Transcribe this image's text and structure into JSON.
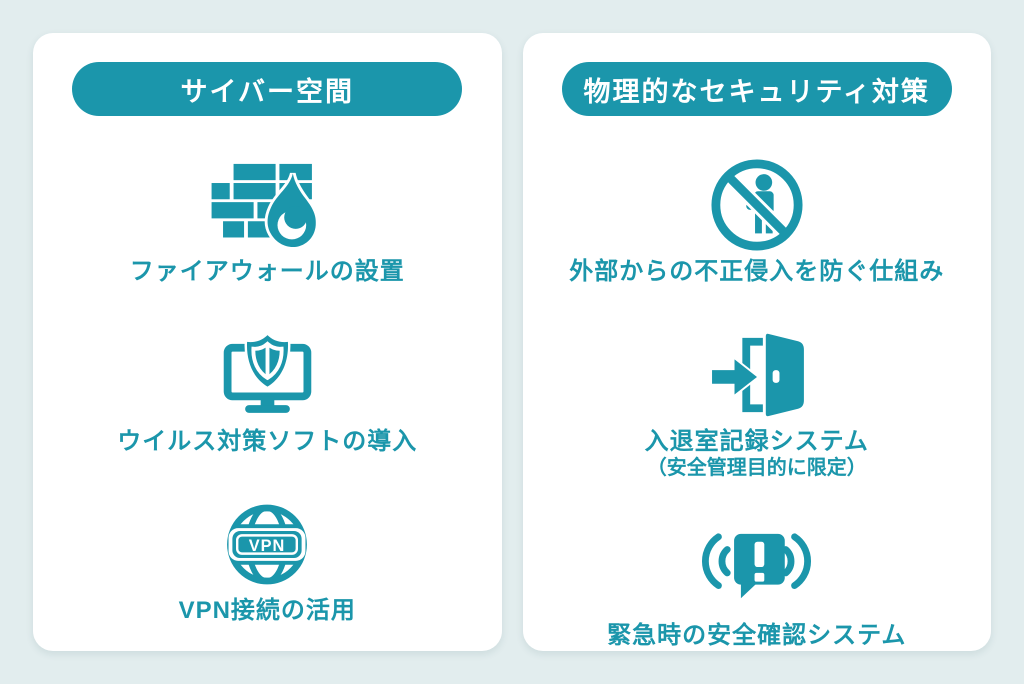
{
  "colors": {
    "accent_teal": "#1B96AB",
    "background": "#E2EDEE",
    "card_white": "#FFFFFF"
  },
  "cards": [
    {
      "title": "サイバー空間",
      "items": [
        {
          "icon": "firewall-icon",
          "label": "ファイアウォールの設置"
        },
        {
          "icon": "antivirus-monitor-icon",
          "label": "ウイルス対策ソフトの導入"
        },
        {
          "icon": "vpn-globe-icon",
          "label": "VPN接続の活用",
          "badge_text": "VPN"
        }
      ]
    },
    {
      "title": "物理的なセキュリティ対策",
      "items": [
        {
          "icon": "no-entry-icon",
          "label": "外部からの不正侵入を防ぐ仕組み"
        },
        {
          "icon": "entry-exit-door-icon",
          "label": "入退室記録システム",
          "sublabel": "（安全管理目的に限定）"
        },
        {
          "icon": "emergency-alert-icon",
          "label": "緊急時の安全確認システム"
        }
      ]
    }
  ]
}
